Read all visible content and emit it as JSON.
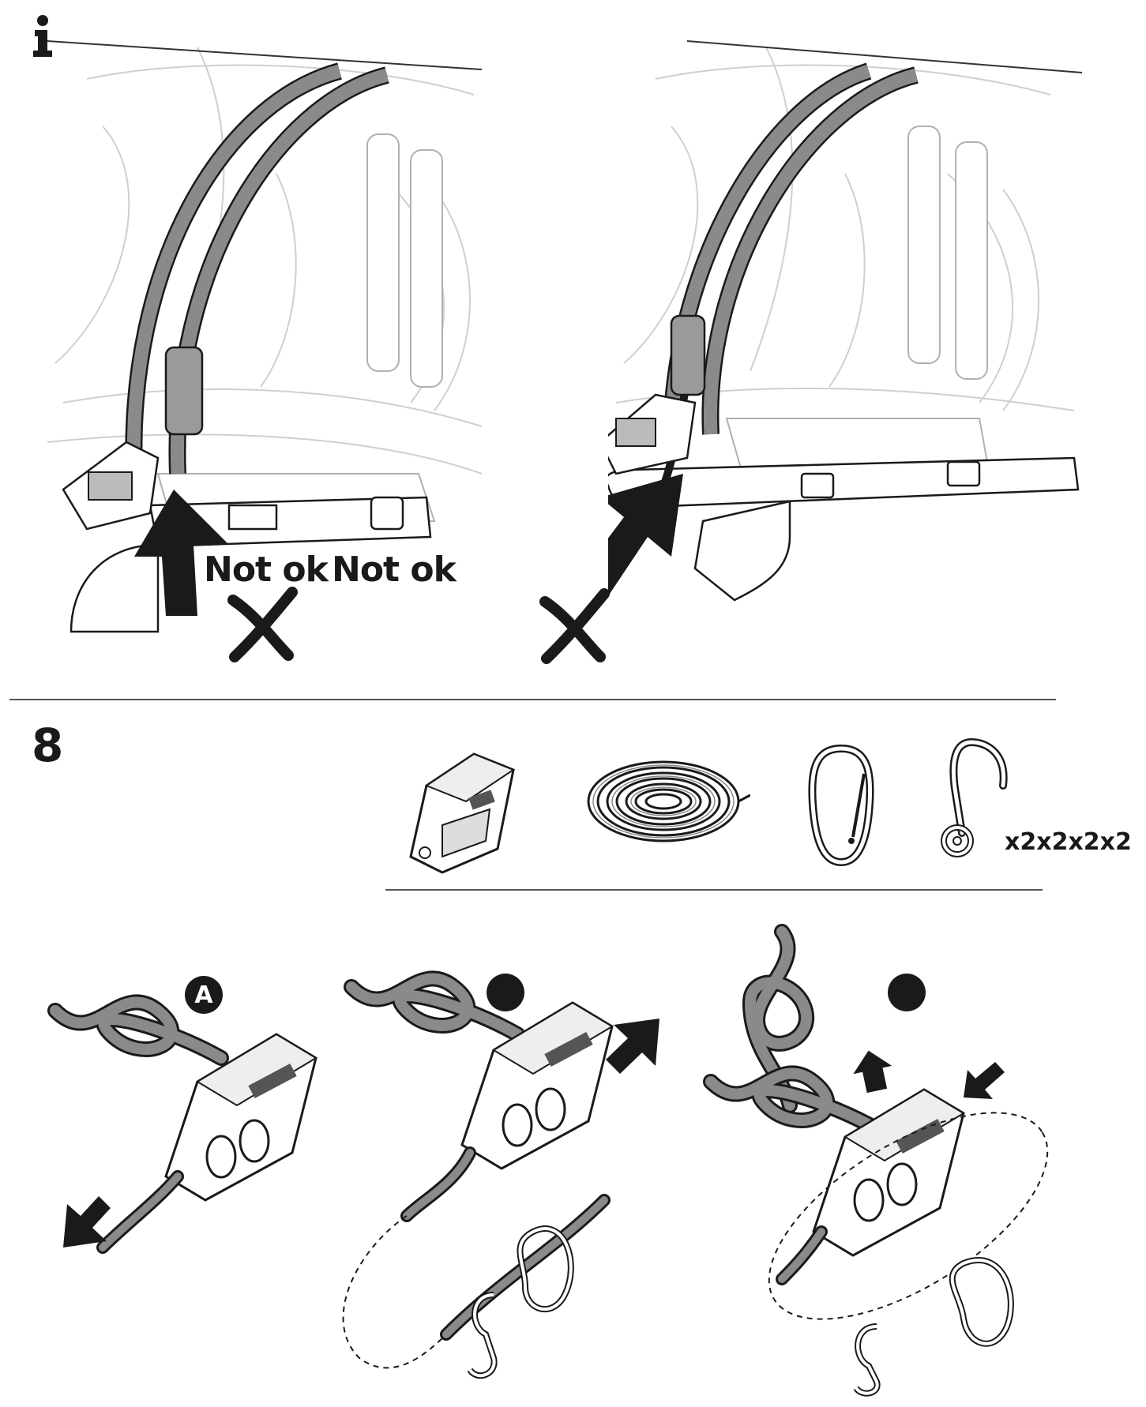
{
  "info_section": {
    "icon": "info-icon",
    "label_left": "Not ok",
    "label_right": "Not ok",
    "mark": "cross-mark-icon"
  },
  "step": {
    "number": "8",
    "parts": {
      "quantity_label": "x2x2x2x2",
      "items": [
        "strap-tensioner-icon",
        "coiled-rope-icon",
        "carabiner-icon",
        "s-hook-icon"
      ]
    },
    "substeps": [
      {
        "badge": "A"
      },
      {
        "badge": ""
      },
      {
        "badge": ""
      }
    ]
  },
  "colors": {
    "ink": "#1a1a1a",
    "strap_gray": "#8a8a8a",
    "sketch_gray": "#c8c8c8",
    "divider": "#555555"
  }
}
